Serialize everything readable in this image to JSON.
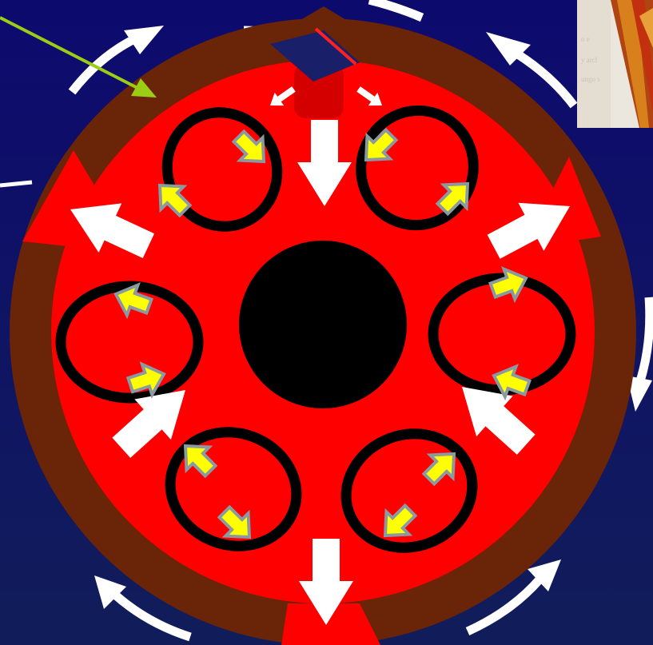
{
  "diagram": {
    "title": "",
    "colors": {
      "background_top": "#0d0a6e",
      "background_bottom": "#111d5a",
      "crust": "#6a2408",
      "mantle": "#ff0000",
      "core": "#000000",
      "plume": "#d40000",
      "convection_loop": "#000000",
      "convection_arrow": "#ffff00",
      "convection_arrow_outline": "#8a9aa0",
      "flow_arrow": "#ffffff",
      "pointer_arrow": "#9acd14",
      "block_top": "#1a1f6a",
      "block_edge": "#ff2020"
    },
    "icons": {
      "radial_arrow": "white-block-arrow-icon",
      "cell_arrow": "yellow-block-arrow-icon",
      "rotation_arrow": "curved-white-arrow-icon",
      "pointer": "green-pointer-arrow-icon"
    },
    "convection_cells": 6,
    "radial_flows": 6,
    "inset": {
      "text_fragments": [
        "o e",
        "y arcl",
        "ungo s"
      ],
      "stripe_colors": [
        "#b04412",
        "#d8801c",
        "#c23010",
        "#e8a038"
      ]
    }
  }
}
